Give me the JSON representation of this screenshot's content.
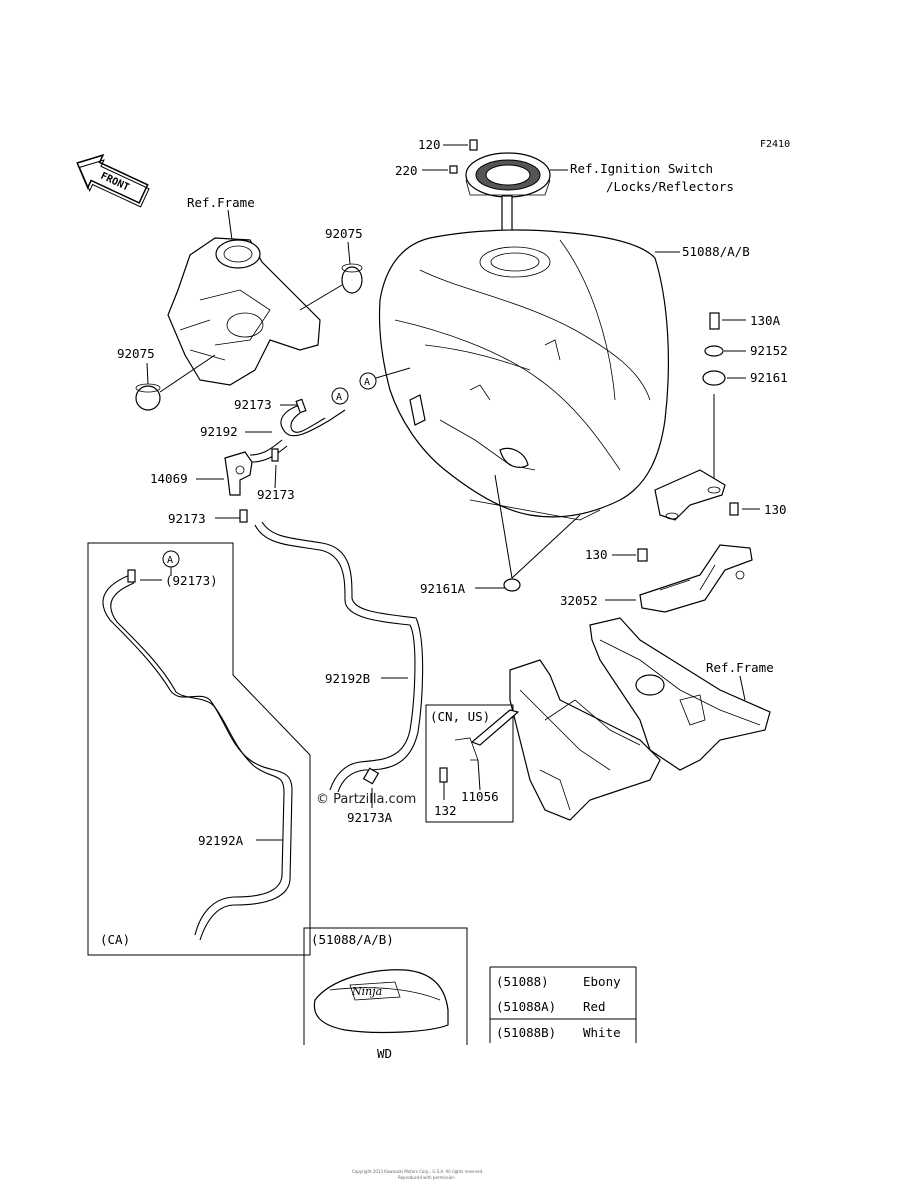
{
  "diagram_id": "F2410",
  "front_label": "FRONT",
  "ref_frame_label": "Ref.Frame",
  "ref_ignition_line1": "Ref.Ignition Switch",
  "ref_ignition_line2": "/Locks/Reflectors",
  "callouts": {
    "p120": "120",
    "p220": "220",
    "p92075_top": "92075",
    "p92075_left": "92075",
    "p51088": "51088/A/B",
    "p130A": "130A",
    "p92152": "92152",
    "p92161": "92161",
    "p92173_a": "92173",
    "p92192": "92192",
    "p14069": "14069",
    "p92173_b": "92173",
    "p92173_c": "92173",
    "p130_right": "130",
    "p130_mid": "130",
    "p92161A": "92161A",
    "p32052": "32052",
    "p92192B": "92192B",
    "p92173A": "92173A",
    "p11056": "11056",
    "p132": "132",
    "p92192A": "92192A",
    "p92173_paren": "(92173)",
    "ref_frame_right": "Ref.Frame",
    "circle_a1": "A",
    "circle_a2": "A",
    "circle_a3": "A"
  },
  "boxes": {
    "ca_label": "(CA)",
    "cn_us_label": "(CN, US)",
    "wd_header": "(51088/A/B)",
    "wd_label": "WD",
    "tank_logo": "Ninja"
  },
  "color_table": [
    {
      "part": "(51088)",
      "color": "Ebony"
    },
    {
      "part": "(51088A)",
      "color": "Red"
    },
    {
      "part": "(51088B)",
      "color": "White"
    }
  ],
  "watermark": "© Partzilla.com",
  "footer_line1": "Copyright 2013 Kawasaki Motors Corp., U.S.A. All rights reserved.",
  "footer_line2": "Reproduced with permission"
}
